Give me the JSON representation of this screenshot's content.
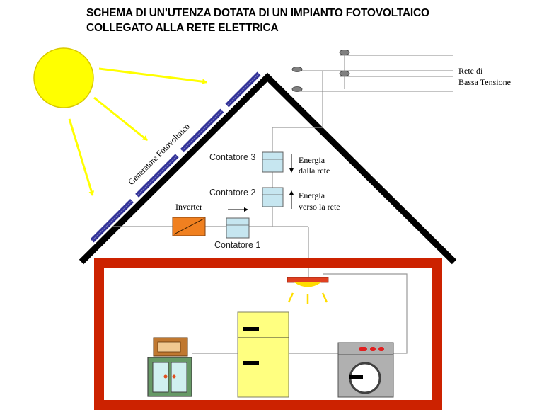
{
  "title": {
    "line1": "SCHEMA DI UN’UTENZA DOTATA DI UN IMPIANTO FOTOVOLTAICO",
    "line2": "COLLEGATO ALLA RETE ELETTRICA"
  },
  "labels": {
    "generator": "Generatore Fotovoltaico",
    "inverter": "Inverter",
    "meter1": "Contatore 1",
    "meter2": "Contatore 2",
    "meter3": "Contatore 3",
    "energy_from_grid_1": "Energia",
    "energy_from_grid_2": "dalla rete",
    "energy_to_grid_1": "Energia",
    "energy_to_grid_2": "verso la rete",
    "grid_1": "Rete di",
    "grid_2": "Bassa Tensione"
  },
  "colors": {
    "sun": "#ffff00",
    "sun_rays": "#ffff00",
    "house_wall": "#cc2200",
    "roof": "#000000",
    "solar_panel": "#333399",
    "inverter": "#f08020",
    "meter": "#c6e6f0",
    "fridge": "#ffff80",
    "cabinet": "#669966",
    "microwave": "#c07830",
    "washer": "#b0b0b0",
    "lamp": "#e04020"
  },
  "icons": {
    "sun": "sun-icon",
    "panel": "solar-panel-icon",
    "inverter": "inverter-icon",
    "meter": "electric-meter-icon",
    "lamp": "ceiling-lamp-icon",
    "fridge": "refrigerator-icon",
    "cabinet": "cabinet-icon",
    "microwave": "microwave-icon",
    "washer": "washing-machine-icon",
    "insulator": "power-line-insulator-icon"
  }
}
